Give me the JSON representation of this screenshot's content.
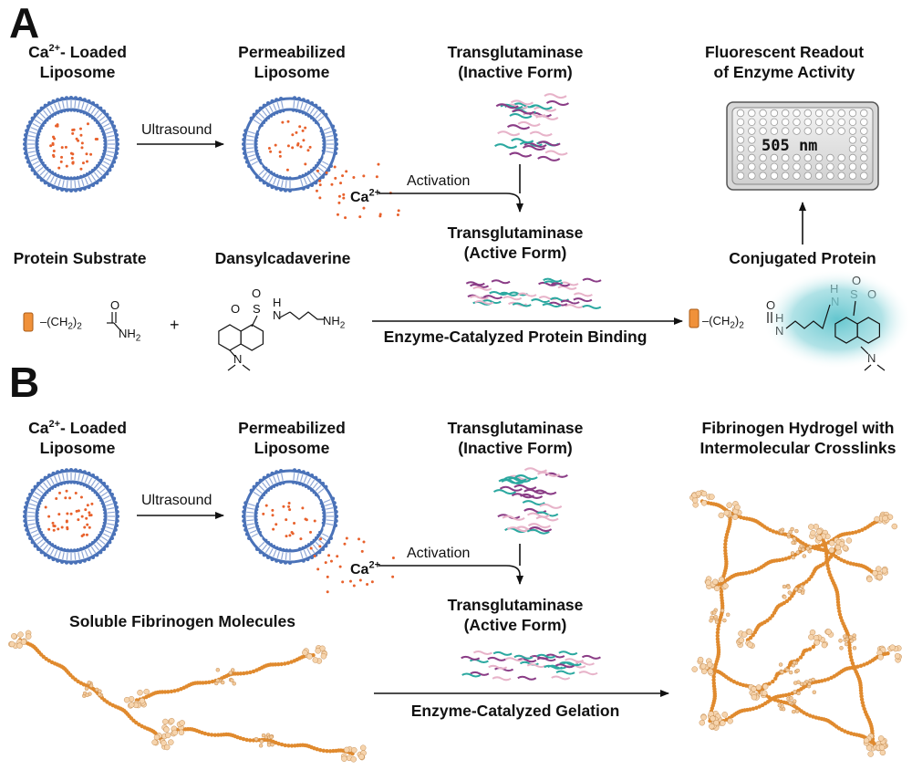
{
  "panels": [
    "A",
    "B"
  ],
  "panel_a": {
    "loaded_liposome": [
      "Ca",
      "2+",
      "- Loaded",
      "Liposome"
    ],
    "permeabilized_liposome": [
      "Permeabilized",
      "Liposome"
    ],
    "tg_inactive": [
      "Transglutaminase",
      "(Inactive Form)"
    ],
    "tg_active": [
      "Transglutaminase",
      "(Active Form)"
    ],
    "readout": [
      "Fluorescent Readout",
      "of Enzyme Activity"
    ],
    "plate_wavelength": "505 nm",
    "ultrasound": "Ultrasound",
    "activation": "Activation",
    "calcium_ion": [
      "Ca",
      "2+"
    ],
    "protein_substrate": "Protein Substrate",
    "dansylcadaverine": "Dansylcadaverine",
    "conjugated_protein": "Conjugated Protein",
    "plus": "+",
    "reaction": "Enzyme-Catalyzed Protein Binding"
  },
  "panel_b": {
    "loaded_liposome": [
      "Ca",
      "2+",
      "- Loaded",
      "Liposome"
    ],
    "permeabilized_liposome": [
      "Permeabilized",
      "Liposome"
    ],
    "tg_inactive": [
      "Transglutaminase",
      "(Inactive Form)"
    ],
    "tg_active": [
      "Transglutaminase",
      "(Active Form)"
    ],
    "hydrogel": [
      "Fibrinogen Hydrogel with",
      "Intermolecular Crosslinks"
    ],
    "ultrasound": "Ultrasound",
    "activation": "Activation",
    "calcium_ion": [
      "Ca",
      "2+"
    ],
    "soluble_fibrinogen": "Soluble Fibrinogen Molecules",
    "reaction": "Enzyme-Catalyzed Gelation"
  },
  "chem": {
    "ch2": "–(CH",
    "ch2_sub": "2",
    "ch2_tail": ")",
    "ch2_tail_sub": "2",
    "amide_o": "O",
    "nh2": "NH",
    "nh2_sub": "2",
    "s": "S",
    "n": "N",
    "h": "H",
    "o": "O"
  },
  "colors": {
    "membrane": "#4a72b8",
    "ion": "#e8612c",
    "substrate": "#f0913a",
    "fibrin": "#e08a2e",
    "dye_glow": "#5cc3cc",
    "enzyme": "#8a3c86",
    "enzyme_alt": "#2ba8a0"
  }
}
